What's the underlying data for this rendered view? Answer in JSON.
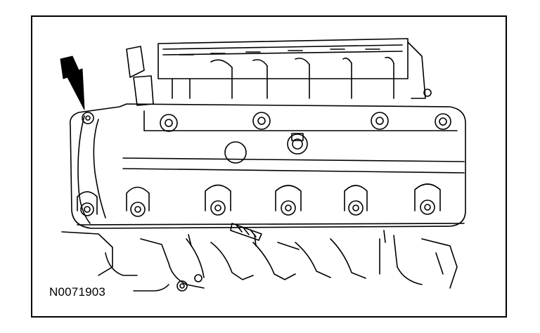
{
  "figure": {
    "reference_label": "N0071903",
    "line_color": "#000000",
    "background_color": "#ffffff",
    "subject": "engine-valve-cover-illustration",
    "indicator": "arrow-pointing-to-rear-bolt"
  }
}
